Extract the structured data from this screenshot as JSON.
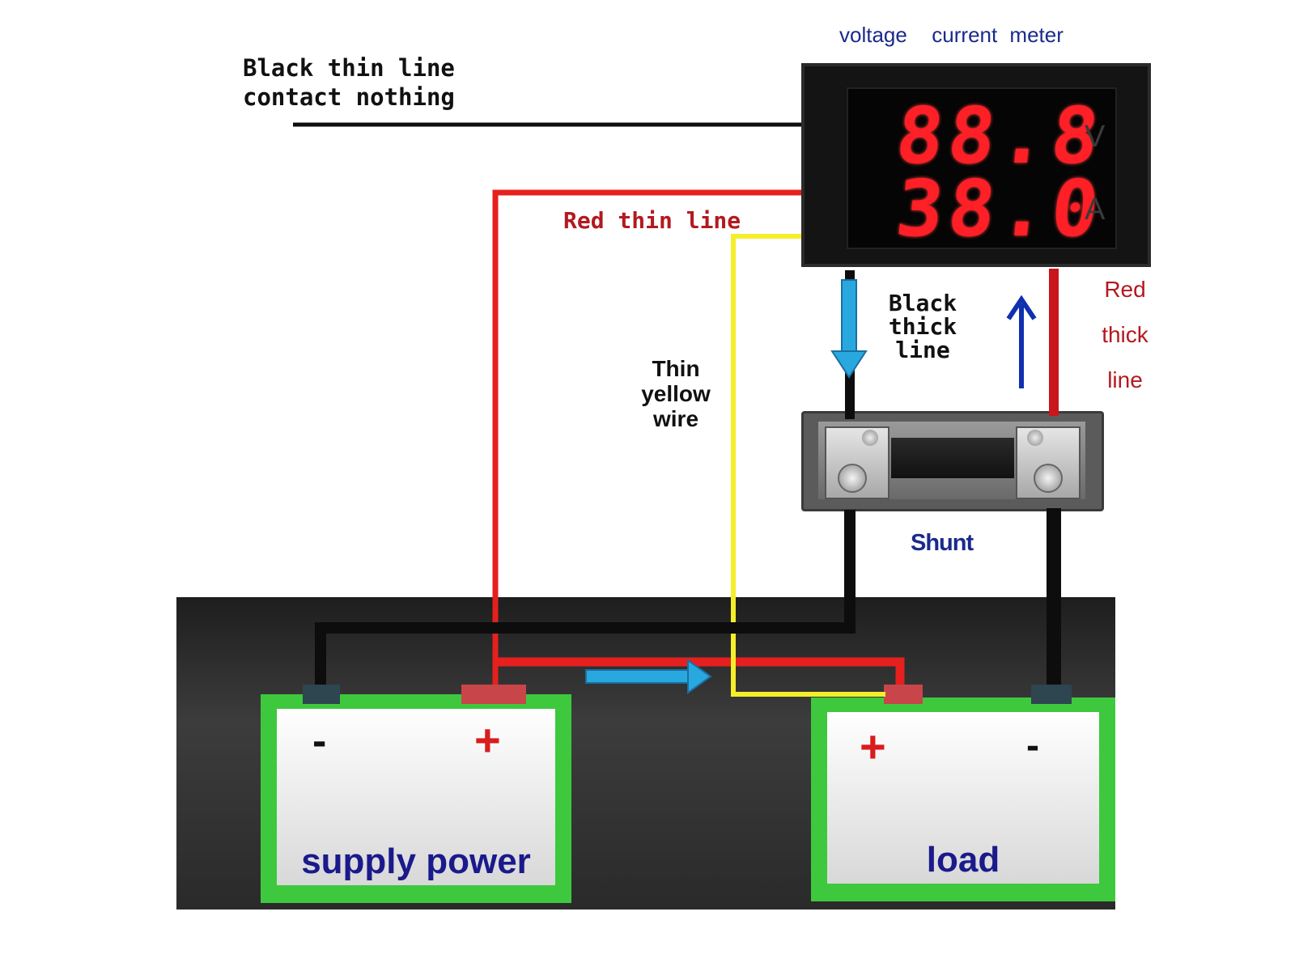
{
  "labels": {
    "black_thin_line": "Black thin line\ncontact nothing",
    "meter_title": "voltage  current meter",
    "red_thin_line": "Red thin line",
    "thin_yellow_wire": "Thin yellow wire",
    "black_thick_line": "Black thick line",
    "red_thick_line": "Red thick line",
    "shunt": "Shunt"
  },
  "meter": {
    "voltage_reading": "88.8",
    "current_reading": "38.0",
    "voltage_unit": "V",
    "current_unit": "A"
  },
  "supply": {
    "label": "supply power",
    "negative_sign": "-",
    "positive_sign": "+"
  },
  "load": {
    "label": "load",
    "positive_sign": "+",
    "negative_sign": "-"
  },
  "colors": {
    "red_wire": "#e5201f",
    "yellow_wire": "#f5ee2a",
    "black_wire": "#0d0d0d",
    "arrow_light_blue": "#29a8e0",
    "arrow_dark_blue": "#1030b0",
    "battery_green": "#3ec83e",
    "base_dark": "#2f2f2f"
  }
}
